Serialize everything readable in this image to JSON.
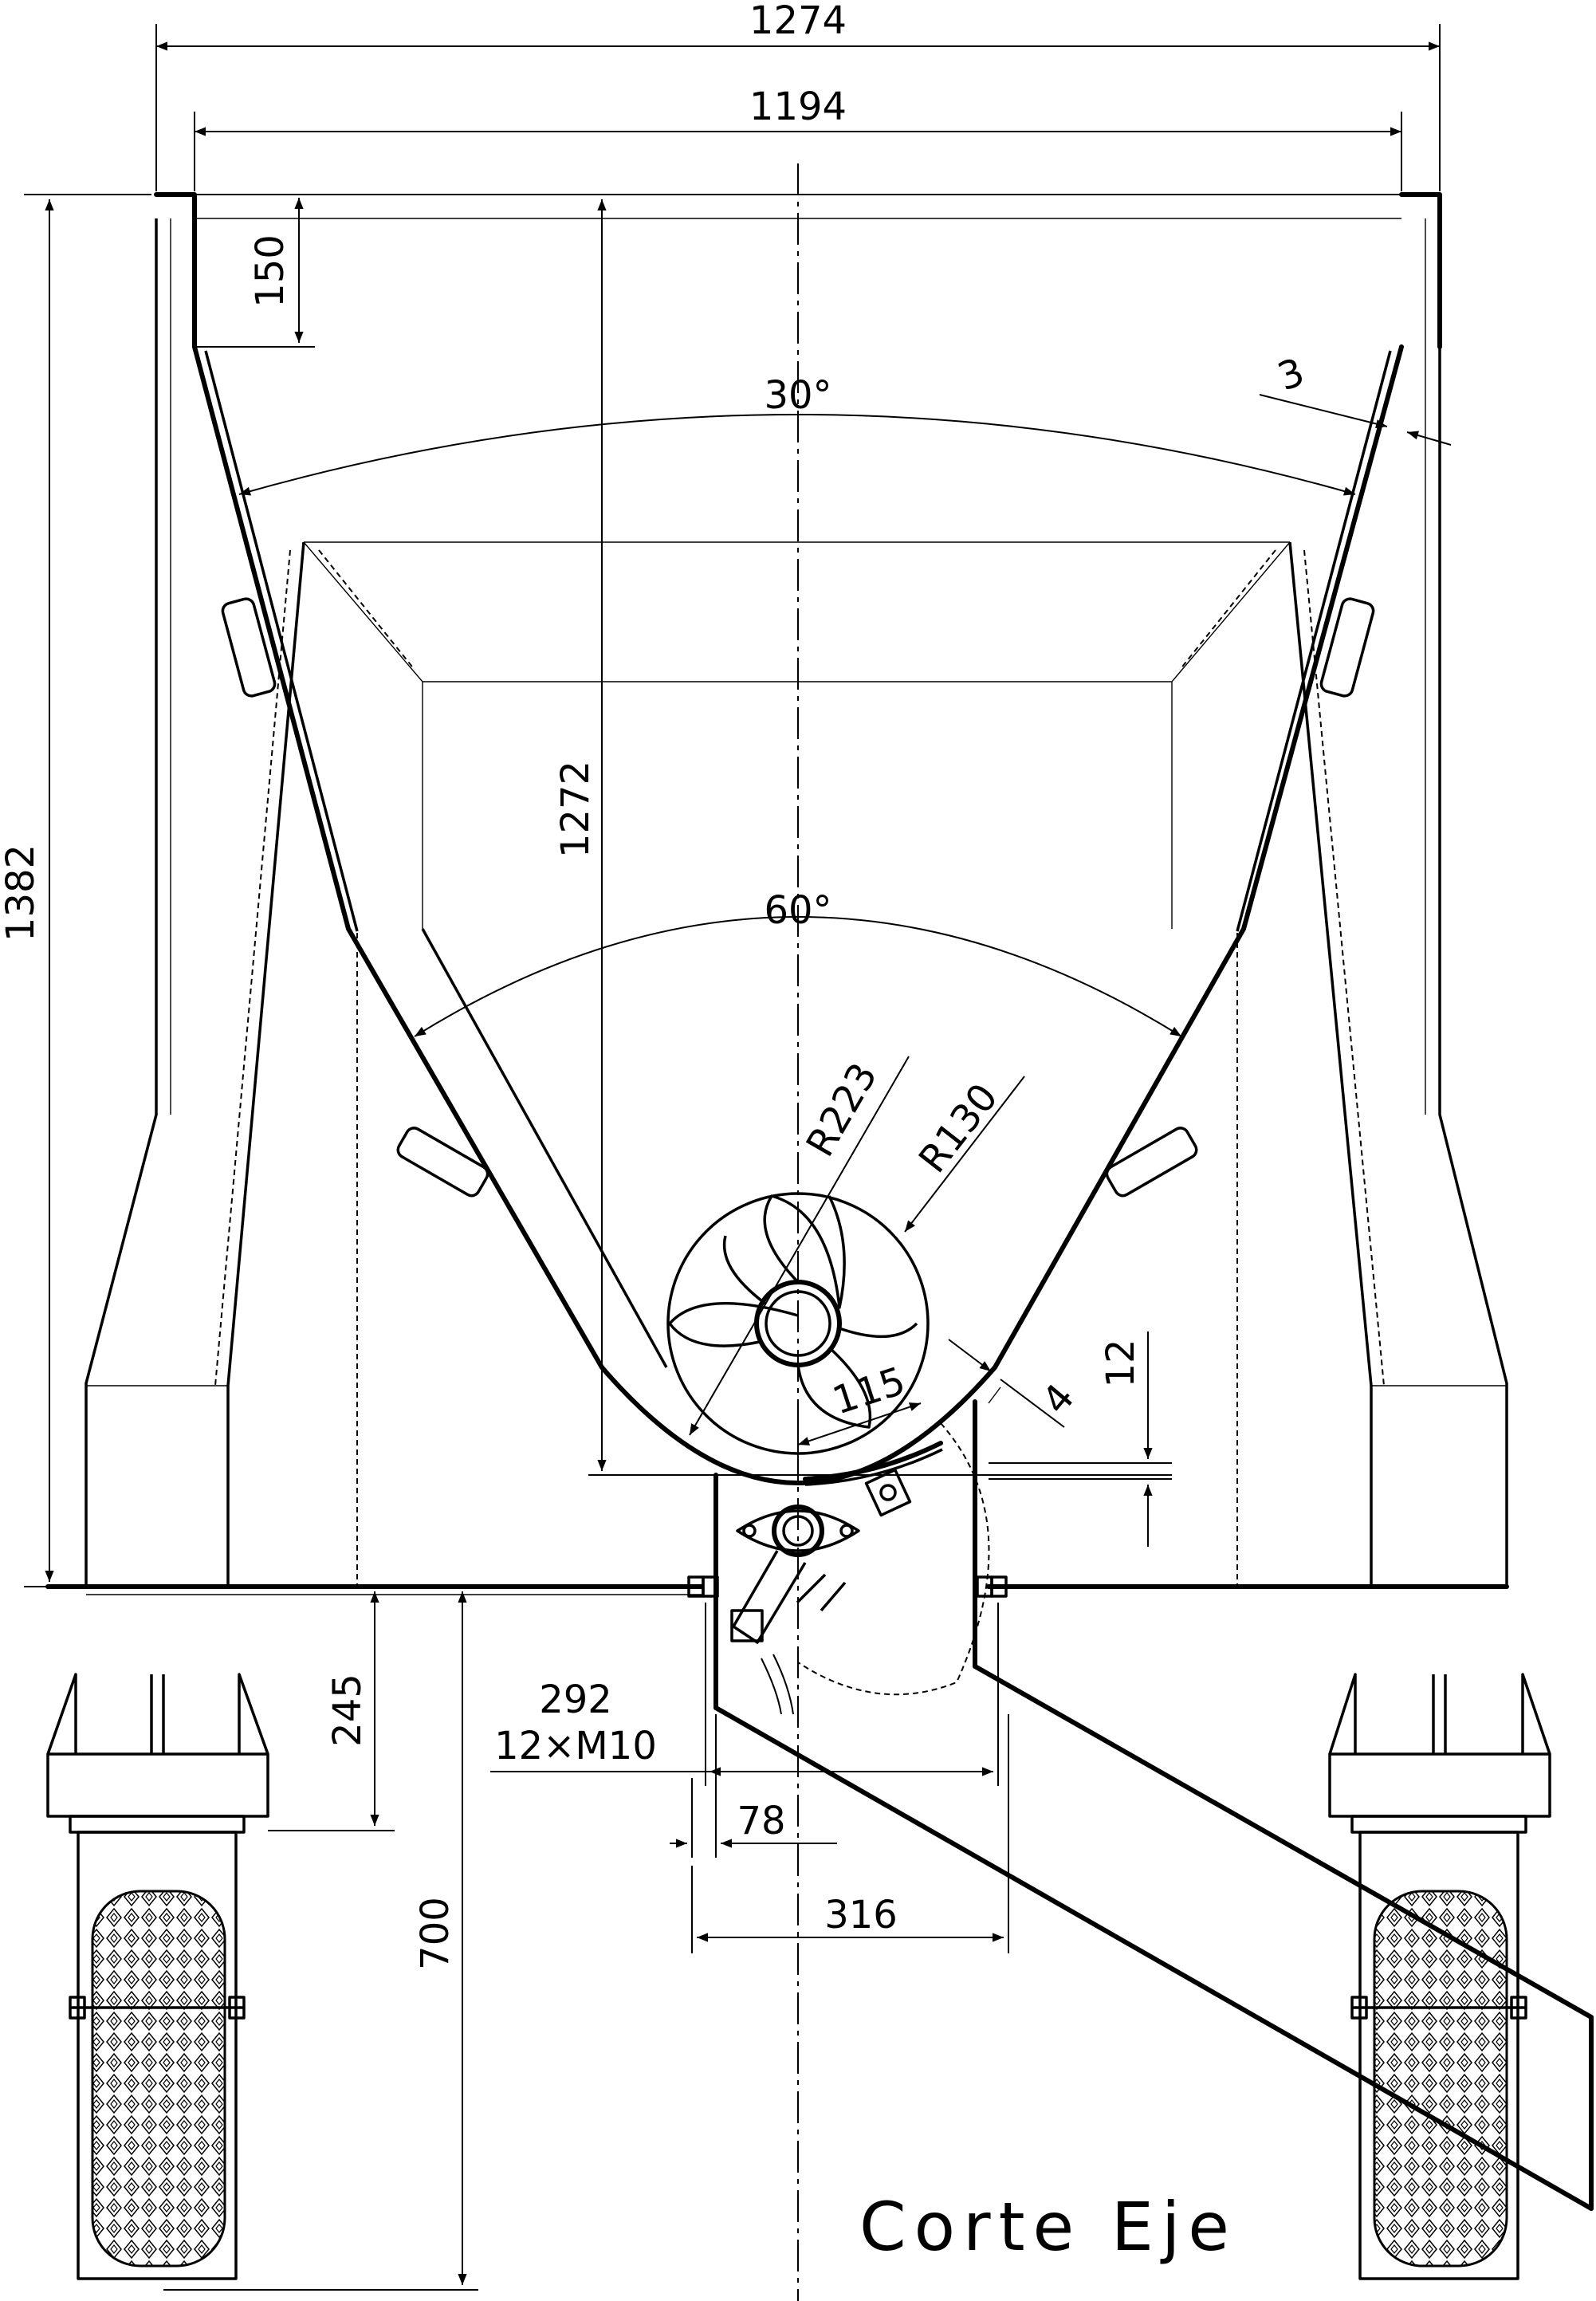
{
  "drawing": {
    "dimensions": {
      "overall_width": "1274",
      "inner_width": "1194",
      "total_height": "1382",
      "hopper_height": "1272",
      "top_lip": "150",
      "wall_thickness": "3",
      "upper_angle": "30°",
      "lower_angle": "60°",
      "radius_outer": "R223",
      "radius_inner": "R130",
      "flap_radius": "115",
      "gap": "4",
      "step": "12",
      "frame_to_axle": "245",
      "bolt_circle": "292",
      "bolt_spec": "12×M10",
      "offset": "78",
      "flange_width": "316",
      "ground_clearance": "700"
    },
    "caption": "Corte Eje"
  },
  "colors": {
    "line": "#000000",
    "background": "#ffffff"
  }
}
